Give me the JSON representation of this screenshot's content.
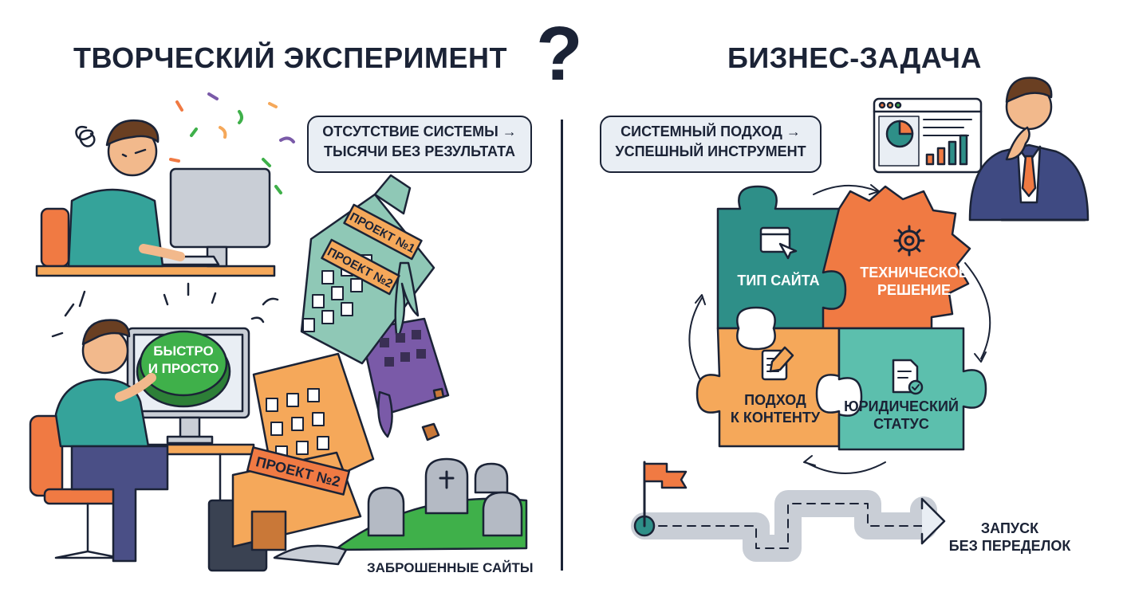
{
  "left": {
    "heading": "ТВОРЧЕСКИЙ ЭКСПЕРИМЕНТ",
    "bubble": [
      "ОТСУТСТВИЕ СИСТЕМЫ →",
      "ТЫСЯЧИ БЕЗ РЕЗУЛЬТАТА"
    ],
    "button_label": [
      "БЫСТРО",
      "И ПРОСТО"
    ],
    "building_signs": [
      "ПРОЕКТ №1",
      "ПРОЕКТ №2",
      "ПРОЕКТ №2"
    ],
    "footer_label": "ЗАБРОШЕННЫЕ САЙТЫ"
  },
  "center": {
    "symbol": "?"
  },
  "right": {
    "heading": "БИЗНЕС-ЗАДАЧА",
    "bubble": [
      "СИСТЕМНЫЙ ПОДХОД →",
      "УСПЕШНЫЙ ИНСТРУМЕНТ"
    ],
    "puzzle": {
      "top_left": [
        "ТИП САЙТА"
      ],
      "top_right": [
        "ТЕХНИЧЕСКОЕ",
        "РЕШЕНИЕ"
      ],
      "bottom_left": [
        "ПОДХОД",
        "К КОНТЕНТУ"
      ],
      "bottom_right": [
        "ЮРИДИЧЕСКИЙ",
        "СТАТУС"
      ]
    },
    "launch_label": [
      "ЗАПУСК",
      "БЕЗ ПЕРЕДЕЛОК"
    ]
  },
  "colors": {
    "ink": "#1b2336",
    "teal": "#2e8f88",
    "orange": "#f07a43",
    "amber": "#f5a85a",
    "mint": "#5cbfad",
    "green": "#3fb04a",
    "purple": "#7a5aa8",
    "bubble_bg": "#e9eef4"
  }
}
